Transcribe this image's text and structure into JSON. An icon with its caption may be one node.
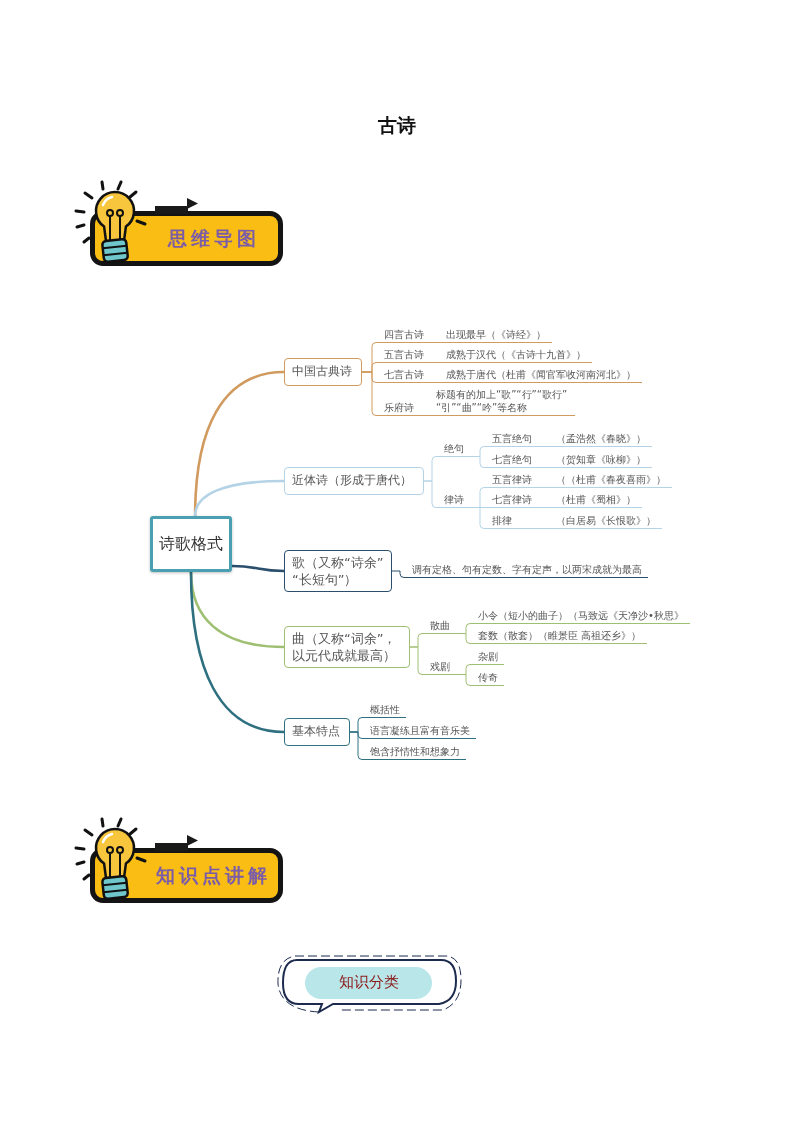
{
  "diagram": {
    "title": "古诗",
    "nodes": [
      {
        "text": [
          "思维导图"
        ]
      },
      {
        "text": [
          "诗歌格式"
        ]
      },
      {
        "text": [
          "中国古典诗"
        ]
      },
      {
        "text": [
          "四言古诗"
        ]
      },
      {
        "text": [
          "出现最早（《诗经》）"
        ]
      },
      {
        "text": [
          "五言古诗"
        ]
      },
      {
        "text": [
          "成熟于汉代（《古诗十九首》）"
        ]
      },
      {
        "text": [
          "七言古诗"
        ]
      },
      {
        "text": [
          "成熟于唐代（杜甫《闻官军收河南河北》）"
        ]
      },
      {
        "text": [
          "乐府诗"
        ]
      },
      {
        "text": [
          "标题有的加上“歌”“行”“歌行”“引”“曲”“吟”等名称"
        ]
      },
      {
        "text": [
          "近体诗（形成于唐代）"
        ]
      },
      {
        "text": [
          "绝句"
        ]
      },
      {
        "text": [
          "五言绝句"
        ]
      },
      {
        "text": [
          "（孟浩然《春晓》）"
        ]
      },
      {
        "text": [
          "七言绝句"
        ]
      },
      {
        "text": [
          "（贺知章《咏柳》）"
        ]
      },
      {
        "text": [
          "律诗"
        ]
      },
      {
        "text": [
          "五言律诗"
        ]
      },
      {
        "text": [
          "（（杜甫《春夜喜雨》）"
        ]
      },
      {
        "text": [
          "七言律诗"
        ]
      },
      {
        "text": [
          "（杜甫《蜀相》）"
        ]
      },
      {
        "text": [
          "排律"
        ]
      },
      {
        "text": [
          "（白居易《长恨歌》）"
        ]
      },
      {
        "text": [
          "歌（又称“诗余”“长短句”）"
        ]
      },
      {
        "text": [
          "调有定格、句有定数、字有定声，以两宋成就为最高"
        ]
      },
      {
        "text": [
          "曲（又称“词余”，以元代成就最高）"
        ]
      },
      {
        "text": [
          "散曲"
        ]
      },
      {
        "text": [
          "小令（短小的曲子）（马致远《天净沙•秋思》"
        ]
      },
      {
        "text": [
          "套数（散套）（睢景臣 高祖还乡》）"
        ]
      },
      {
        "text": [
          "戏剧"
        ]
      },
      {
        "text": [
          "杂剧"
        ]
      },
      {
        "text": [
          "传奇"
        ]
      },
      {
        "text": [
          "基本特点"
        ]
      },
      {
        "text": [
          "概括性"
        ]
      },
      {
        "text": [
          "语言凝练且富有音乐美"
        ]
      },
      {
        "text": [
          "饱含抒情性和想象力"
        ]
      },
      {
        "text": [
          "知识点讲解"
        ]
      },
      {
        "text": [
          "知识分类"
        ]
      }
    ],
    "edges": [
      {
        "from": 1,
        "to": 2,
        "arrow": "none",
        "color": "#d19a5e"
      },
      {
        "from": 2,
        "to": 3,
        "arrow": "none",
        "color": "#d19a5e"
      },
      {
        "from": 3,
        "to": 4,
        "arrow": "none",
        "color": "#d19a5e"
      },
      {
        "from": 2,
        "to": 5,
        "arrow": "none",
        "color": "#d19a5e"
      },
      {
        "from": 5,
        "to": 6,
        "arrow": "none",
        "color": "#d19a5e"
      },
      {
        "from": 2,
        "to": 7,
        "arrow": "none",
        "color": "#d19a5e"
      },
      {
        "from": 7,
        "to": 8,
        "arrow": "none",
        "color": "#d19a5e"
      },
      {
        "from": 2,
        "to": 9,
        "arrow": "none",
        "color": "#d19a5e"
      },
      {
        "from": 9,
        "to": 10,
        "arrow": "none",
        "color": "#d19a5e"
      },
      {
        "from": 1,
        "to": 11,
        "arrow": "none"
      },
      {
        "from": 11,
        "to": 12,
        "arrow": "none"
      },
      {
        "from": 12,
        "to": 13,
        "arrow": "none"
      },
      {
        "from": 13,
        "to": 14,
        "arrow": "none"
      },
      {
        "from": 12,
        "to": 15,
        "arrow": "none"
      },
      {
        "from": 15,
        "to": 16,
        "arrow": "none"
      },
      {
        "from": 11,
        "to": 17,
        "arrow": "none"
      },
      {
        "from": 17,
        "to": 18,
        "arrow": "none"
      },
      {
        "from": 18,
        "to": 19,
        "arrow": "none"
      },
      {
        "from": 17,
        "to": 20,
        "arrow": "none"
      },
      {
        "from": 20,
        "to": 21,
        "arrow": "none"
      },
      {
        "from": 17,
        "to": 22,
        "arrow": "none"
      },
      {
        "from": 22,
        "to": 23,
        "arrow": "none"
      },
      {
        "from": 1,
        "to": 24,
        "arrow": "none",
        "color": "#2a4e6c"
      },
      {
        "from": 24,
        "to": 25,
        "arrow": "none",
        "color": "#2a4e6c"
      },
      {
        "from": 1,
        "to": 26,
        "arrow": "none",
        "color": "#9fbf72"
      },
      {
        "from": 26,
        "to": 27,
        "arrow": "none",
        "color": "#9fbf72"
      },
      {
        "from": 27,
        "to": 28,
        "arrow": "none",
        "color": "#9fbf72"
      },
      {
        "from": 27,
        "to": 29,
        "arrow": "none",
        "color": "#9fbf72"
      },
      {
        "from": 26,
        "to": 30,
        "arrow": "none",
        "color": "#9fbf72"
      },
      {
        "from": 30,
        "to": 31,
        "arrow": "none",
        "color": "#9fbf72"
      },
      {
        "from": 30,
        "to": 32,
        "arrow": "none",
        "color": "#9fbf72"
      },
      {
        "from": 1,
        "to": 33,
        "arrow": "none",
        "color": "#2e7080"
      },
      {
        "from": 33,
        "to": 34,
        "arrow": "none",
        "color": "#2e7080"
      },
      {
        "from": 33,
        "to": 35,
        "arrow": "none",
        "color": "#2e7080"
      },
      {
        "from": 33,
        "to": 36,
        "arrow": "none",
        "color": "#2e7080"
      }
    ]
  }
}
